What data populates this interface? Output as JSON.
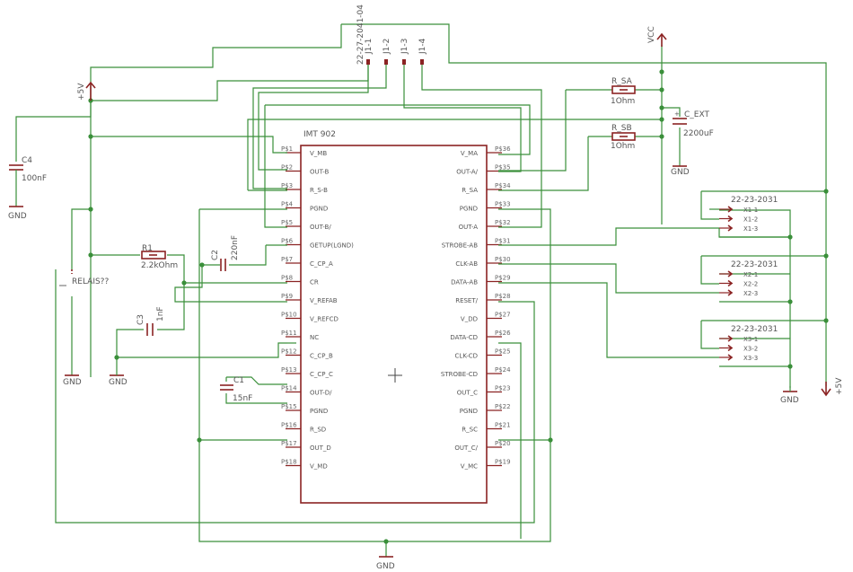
{
  "ic": {
    "name": "IMT 902",
    "left_pins": [
      {
        "num": "P$1",
        "label": "V_MB"
      },
      {
        "num": "P$2",
        "label": "OUT-B"
      },
      {
        "num": "P$3",
        "label": "R_S-B"
      },
      {
        "num": "P$4",
        "label": "PGND"
      },
      {
        "num": "P$5",
        "label": "OUT-B/"
      },
      {
        "num": "P$6",
        "label": "GETUP(LGND)"
      },
      {
        "num": "P$7",
        "label": "C_CP_A"
      },
      {
        "num": "P$8",
        "label": "CR"
      },
      {
        "num": "P$9",
        "label": "V_REFAB"
      },
      {
        "num": "P$10",
        "label": "V_REFCD"
      },
      {
        "num": "P$11",
        "label": "NC"
      },
      {
        "num": "P$12",
        "label": "C_CP_B"
      },
      {
        "num": "P$13",
        "label": "C_CP_C"
      },
      {
        "num": "P$14",
        "label": "OUT-D/"
      },
      {
        "num": "P$15",
        "label": "PGND"
      },
      {
        "num": "P$16",
        "label": "R_SD"
      },
      {
        "num": "P$17",
        "label": "OUT_D"
      },
      {
        "num": "P$18",
        "label": "V_MD"
      }
    ],
    "right_pins": [
      {
        "num": "P$36",
        "label": "V_MA"
      },
      {
        "num": "P$35",
        "label": "OUT-A/"
      },
      {
        "num": "P$34",
        "label": "R_SA"
      },
      {
        "num": "P$33",
        "label": "PGND"
      },
      {
        "num": "P$32",
        "label": "OUT-A"
      },
      {
        "num": "P$31",
        "label": "STROBE-AB"
      },
      {
        "num": "P$30",
        "label": "CLK-AB"
      },
      {
        "num": "P$29",
        "label": "DATA-AB"
      },
      {
        "num": "P$28",
        "label": "RESET/"
      },
      {
        "num": "P$27",
        "label": "V_DD"
      },
      {
        "num": "P$26",
        "label": "DATA-CD"
      },
      {
        "num": "P$25",
        "label": "CLK-CD"
      },
      {
        "num": "P$24",
        "label": "STROBE-CD"
      },
      {
        "num": "P$23",
        "label": "OUT_C"
      },
      {
        "num": "P$22",
        "label": "PGND"
      },
      {
        "num": "P$21",
        "label": "R_SC"
      },
      {
        "num": "P$20",
        "label": "OUT_C/"
      },
      {
        "num": "P$19",
        "label": "V_MC"
      }
    ]
  },
  "header": {
    "part": "22-27-2041-04",
    "pins": [
      "J1-1",
      "J1-2",
      "J1-3",
      "J1-4"
    ]
  },
  "components": {
    "r_sa": {
      "name": "R_SA",
      "value": "1Ohm"
    },
    "r_sb": {
      "name": "R_SB",
      "value": "1Ohm"
    },
    "c_ext": {
      "name": "C_EXT",
      "value": "2200uF"
    },
    "c4": {
      "name": "C4",
      "value": "100nF"
    },
    "r1": {
      "name": "R1",
      "value": "2.2kOhm"
    },
    "c2": {
      "name": "C2",
      "value": "220nF"
    },
    "c3": {
      "name": "C3",
      "value": "1nF"
    },
    "c1": {
      "name": "C1",
      "value": "15nF"
    },
    "relais": "RELAIS??"
  },
  "supplies": {
    "p5v_left": "+5V",
    "vcc": "VCC",
    "p5v_right": "+5V",
    "gnd": "GND"
  },
  "connectors": [
    {
      "part": "22-23-2031",
      "pins": [
        "X1-1",
        "X1-2",
        "X1-3"
      ]
    },
    {
      "part": "22-23-2031",
      "pins": [
        "X2-1",
        "X2-2",
        "X2-3"
      ]
    },
    {
      "part": "22-23-2031",
      "pins": [
        "X3-1",
        "X3-2",
        "X3-3"
      ]
    }
  ]
}
